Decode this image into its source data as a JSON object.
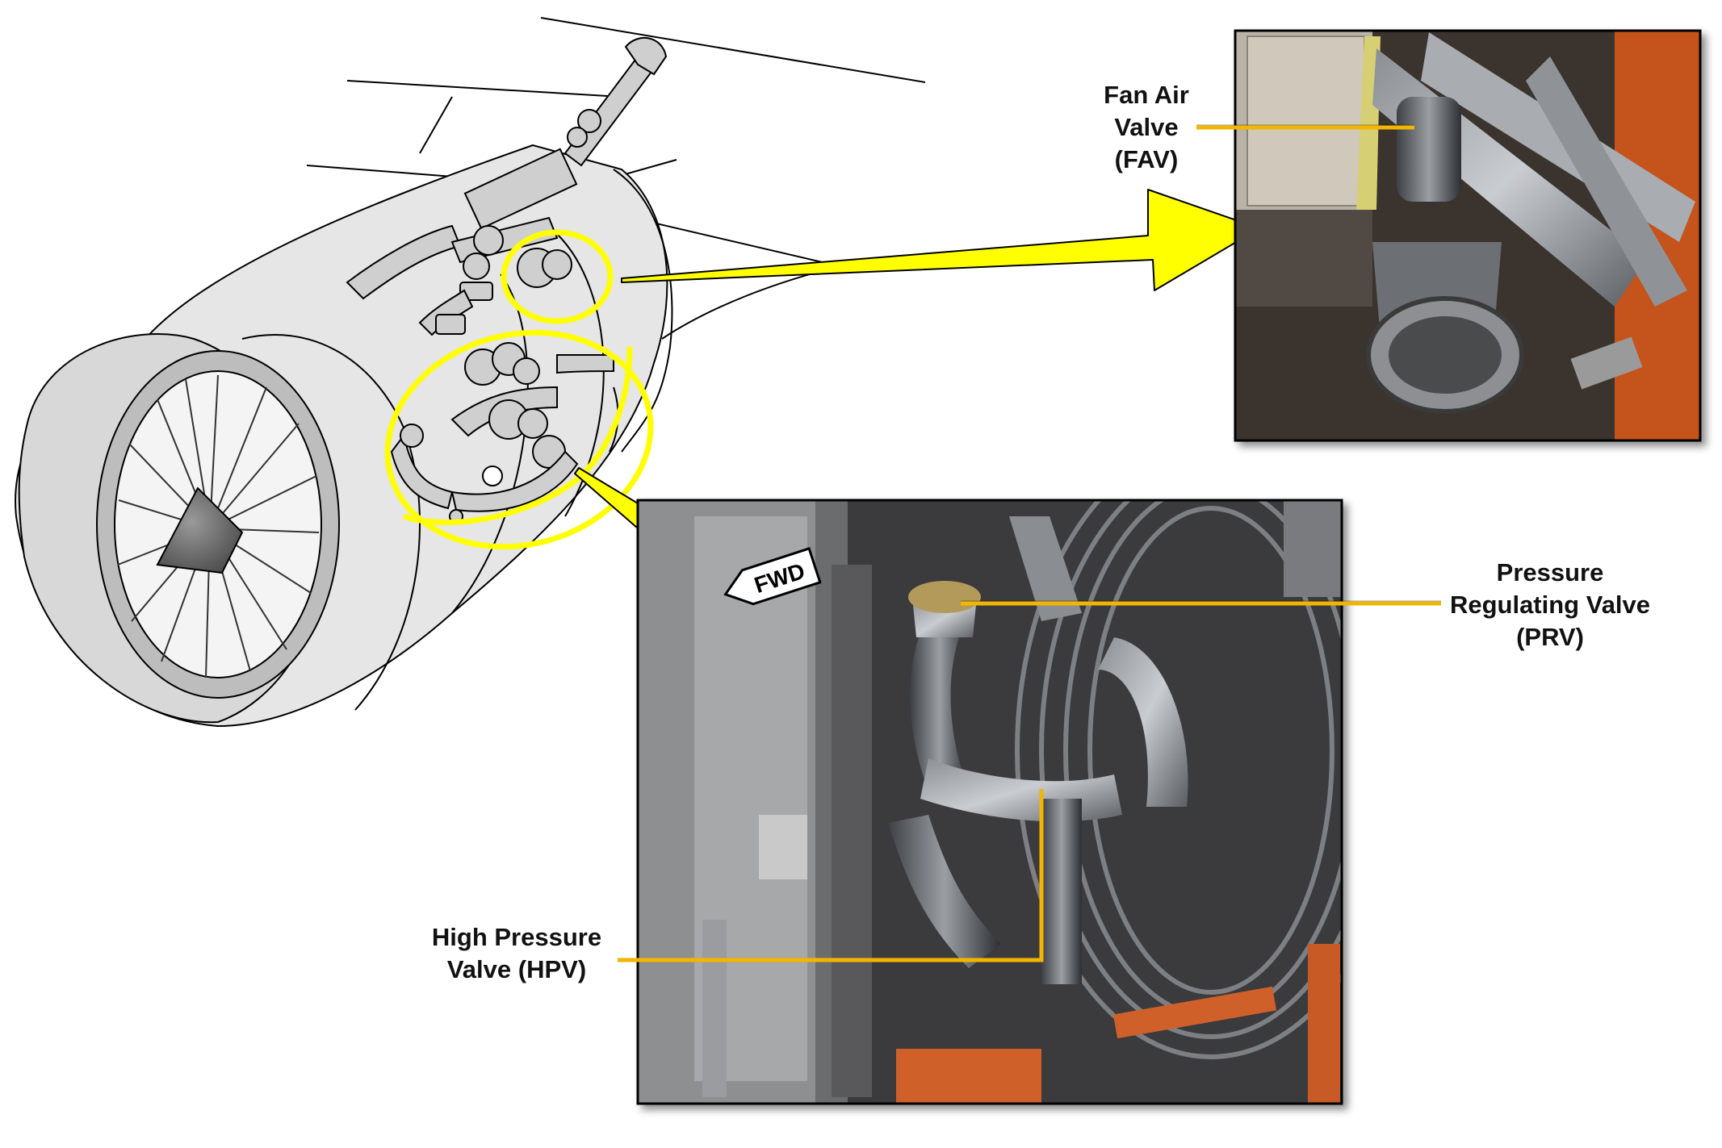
{
  "labels": {
    "fav": {
      "line1": "Fan Air",
      "line2": "Valve",
      "line3": "(FAV)"
    },
    "prv": {
      "line1": "Pressure",
      "line2": "Regulating Valve",
      "line3": "(PRV)"
    },
    "hpv": {
      "line1": "High Pressure",
      "line2": "Valve (HPV)"
    },
    "fwd": "FWD"
  },
  "colors": {
    "highlight": "#ffff00",
    "leader_line": "#f2b600",
    "photo_border": "#000000",
    "nacelle_fill": "#e4e4e4",
    "fan_case": "#b8b8b8",
    "orange_stand": "#d0602a"
  }
}
